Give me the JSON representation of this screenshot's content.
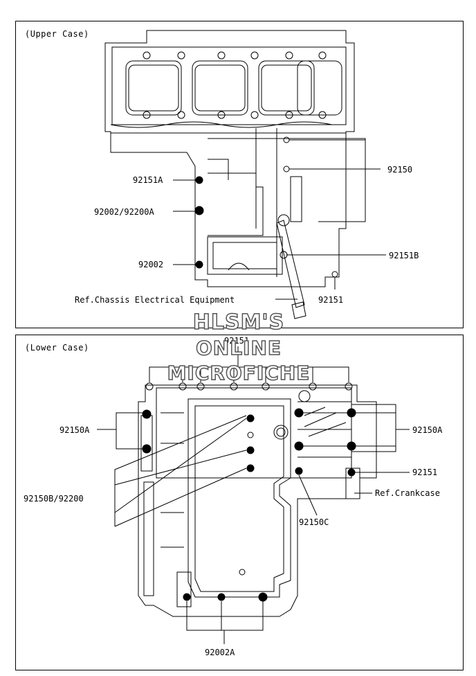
{
  "upper": {
    "title": "(Upper Case)",
    "labels": {
      "p92151A": "92151A",
      "p92002_92200A": "92002/92200A",
      "p92002": "92002",
      "p92150": "92150",
      "p92151B": "92151B",
      "p92151": "92151",
      "ref_chassis": "Ref.Chassis Electrical Equipment"
    }
  },
  "lower": {
    "title": "(Lower Case)",
    "labels": {
      "p92151_top": "92151",
      "p92150A_left": "92150A",
      "p92150A_right": "92150A",
      "p92151_right": "92151",
      "ref_crankcase": "Ref.Crankcase",
      "p92150B_92200": "92150B/92200",
      "p92150C": "92150C",
      "p92002A": "92002A"
    }
  },
  "watermark": {
    "line1": "HLSM'S",
    "line2": "ONLINE",
    "line3": "MICROFICHE"
  }
}
